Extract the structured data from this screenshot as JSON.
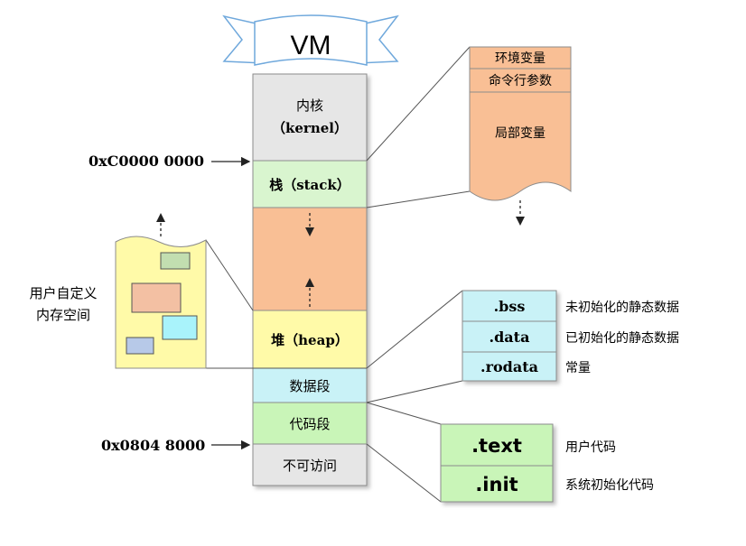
{
  "banner": {
    "title": "VM"
  },
  "memory": {
    "kernel_line1": "内核",
    "kernel_line2": "（kernel）",
    "stack": "栈（stack）",
    "heap": "堆（heap）",
    "data_segment": "数据段",
    "code_segment": "代码段",
    "inaccessible": "不可访问"
  },
  "addresses": {
    "kernel_boundary": "0xC0000 0000",
    "code_start": "0x0804 8000"
  },
  "stack_detail": {
    "env_vars": "环境变量",
    "cmd_args": "命令行参数",
    "local_vars": "局部变量"
  },
  "custom_space": {
    "line1": "用户自定义",
    "line2": "内存空间"
  },
  "data_sections": [
    {
      "name": ".bss",
      "desc": "未初始化的静态数据"
    },
    {
      "name": ".data",
      "desc": "已初始化的静态数据"
    },
    {
      "name": ".rodata",
      "desc": "常量"
    }
  ],
  "code_sections": [
    {
      "name": ".text",
      "desc": "用户代码"
    },
    {
      "name": ".init",
      "desc": "系统初始化代码"
    }
  ],
  "colors": {
    "kernel": "#e6e6e6",
    "stack": "#d9f5cf",
    "gap": "#f9bf95",
    "heap": "#fffaa8",
    "data": "#c9f2f7",
    "code": "#c9f5b8",
    "inaccessible": "#e6e6e6"
  }
}
